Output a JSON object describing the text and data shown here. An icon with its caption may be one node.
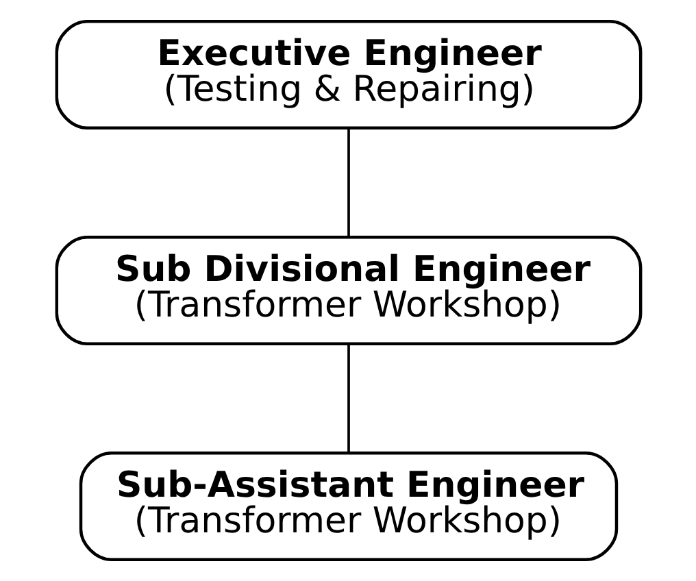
{
  "diagram": {
    "nodes": [
      {
        "text": [
          "Executive Engineer",
          "(Testing & Repairing)"
        ]
      },
      {
        "text": [
          "Sub Divisional Engineer",
          "(Transformer Workshop)"
        ]
      },
      {
        "text": [
          "Sub-Assistant Engineer",
          "(Transformer Workshop)"
        ]
      }
    ],
    "edges": [
      {
        "from": 0,
        "to": 1,
        "arrow": "none"
      },
      {
        "from": 1,
        "to": 2,
        "arrow": "none"
      }
    ]
  }
}
